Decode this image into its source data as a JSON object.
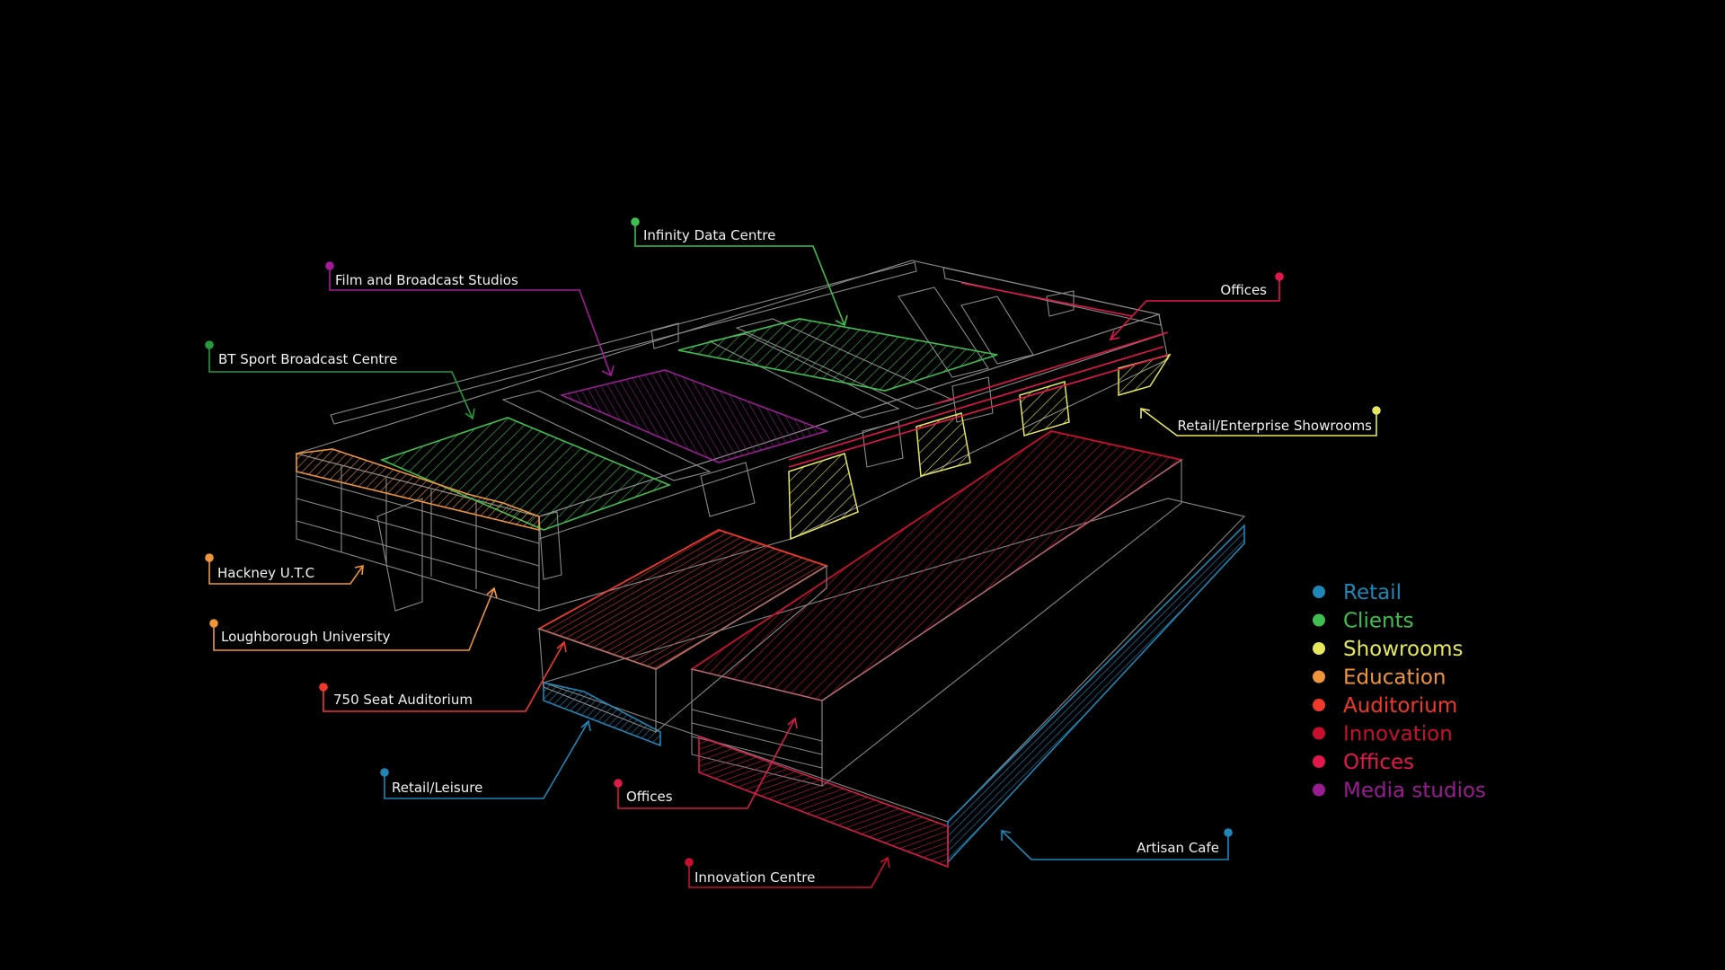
{
  "callouts": [
    {
      "id": "infinity",
      "label": "Infinity Data Centre",
      "color": "#3fbf4f"
    },
    {
      "id": "film",
      "label": "Film and Broadcast Studios",
      "color": "#a21c9a"
    },
    {
      "id": "btsport",
      "label": "BT Sport Broadcast Centre",
      "color": "#279a3d"
    },
    {
      "id": "offices-top",
      "label": "Offices",
      "color": "#e3174b"
    },
    {
      "id": "showrooms",
      "label": "Retail/Enterprise Showrooms",
      "color": "#e6e85a"
    },
    {
      "id": "hackney",
      "label": "Hackney U.T.C",
      "color": "#f0953a"
    },
    {
      "id": "loughborough",
      "label": "Loughborough University",
      "color": "#f0953a"
    },
    {
      "id": "auditorium",
      "label": "750 Seat Auditorium",
      "color": "#f0392b"
    },
    {
      "id": "retail",
      "label": "Retail/Leisure",
      "color": "#1f86b8"
    },
    {
      "id": "offices-bottom",
      "label": "Offices",
      "color": "#d81b47"
    },
    {
      "id": "innovation",
      "label": "Innovation Centre",
      "color": "#c8102e"
    },
    {
      "id": "cafe",
      "label": "Artisan Cafe",
      "color": "#1f86b8"
    }
  ],
  "legend": [
    {
      "label": "Retail",
      "color": "#1f86b8"
    },
    {
      "label": "Clients",
      "color": "#3fbf4f"
    },
    {
      "label": "Showrooms",
      "color": "#e6e85a"
    },
    {
      "label": "Education",
      "color": "#f0953a"
    },
    {
      "label": "Auditorium",
      "color": "#f0392b"
    },
    {
      "label": "Innovation",
      "color": "#c8102e"
    },
    {
      "label": "Offices",
      "color": "#e3174b"
    },
    {
      "label": "Media studios",
      "color": "#9a1c93"
    }
  ]
}
